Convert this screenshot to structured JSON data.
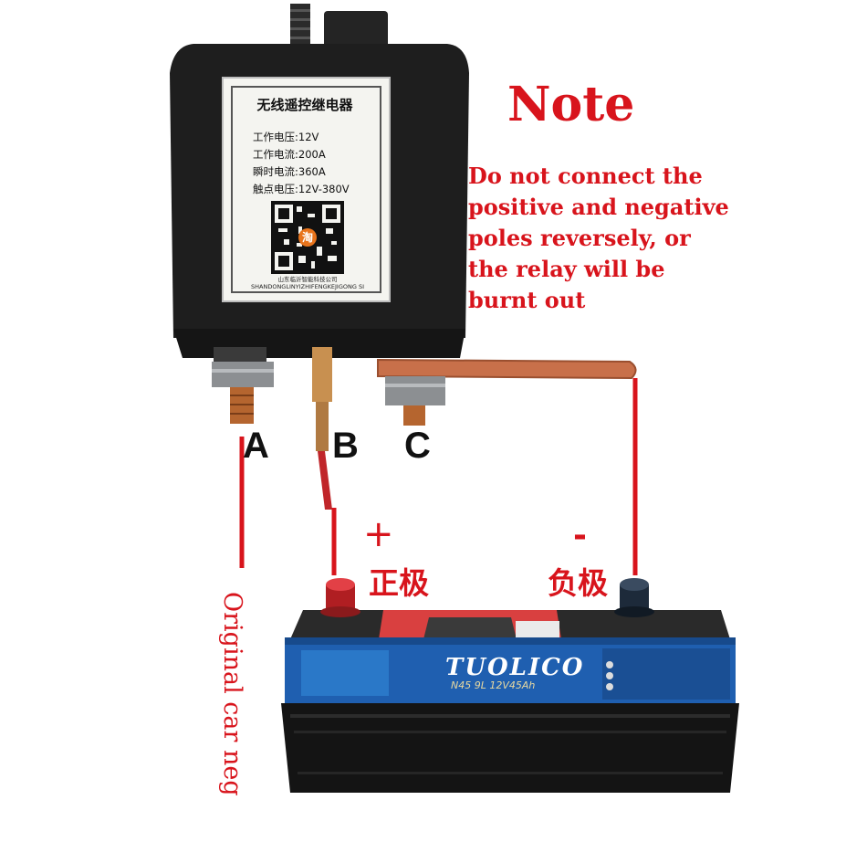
{
  "relay_label": {
    "title": "无线遥控继电器",
    "specs": [
      "工作电压:12V",
      "工作电流:200A",
      "瞬时电流:360A",
      "触点电压:12V-380V"
    ],
    "qr_badge": "淘",
    "company_cn": "山东临沂智能科技公司",
    "company_en": "SHANDONGLINYIZHIFENGKEJIGONG SI"
  },
  "note": {
    "title": "Note",
    "lines": [
      "Do not connect the",
      "positive and negative",
      "poles reversely, or",
      "the relay will be",
      "burnt out"
    ]
  },
  "terminals": [
    "A",
    "B",
    "C"
  ],
  "battery": {
    "positive_sign": "+",
    "positive_label": "正极",
    "negative_sign": "-",
    "negative_label": "负极",
    "brand": "TUOLICO",
    "model": "N45   9L   12V45Ah"
  },
  "side_label": "Original car neg",
  "colors": {
    "accent_red": "#d8141c",
    "relay_body": "#1e1e1e",
    "battery_blue": "#1f5fb0",
    "battery_case": "#141414",
    "copper": "#c8704a"
  }
}
